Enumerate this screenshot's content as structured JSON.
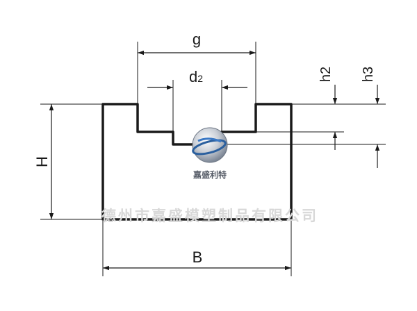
{
  "labels": {
    "g": "g",
    "d2": "d",
    "d2_sub": "2",
    "h2": "h2",
    "h3": "h3",
    "H": "H",
    "B": "B"
  },
  "logo": {
    "name": "嘉盛利特"
  },
  "watermark": {
    "text": "德州市嘉盛模塑制品有限公司"
  },
  "colors": {
    "line": "#1a1a1a",
    "watermark": "#d8d8d8",
    "logo_blue": "#2a5f9e"
  }
}
